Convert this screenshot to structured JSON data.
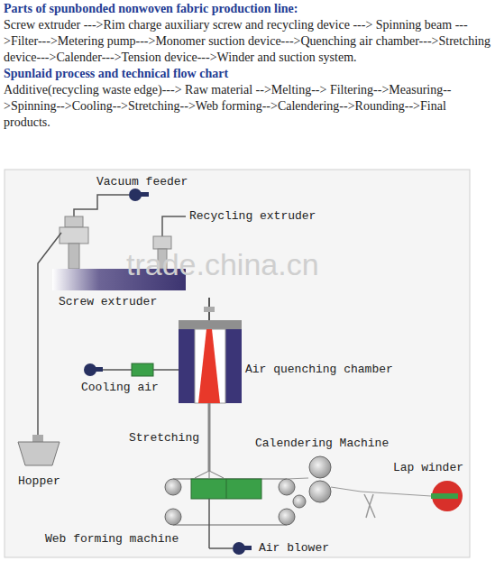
{
  "diagram": {
    "labels": [
      "Parts of spunbonded nonwoven fabric production line:",
      "Screw extruder --->Rim charge auxiliary screw and recycling device ---> Spinning beam --->Filter--->Metering pump--->Monomer suction device--->Quenching air chamber--->Stretching device--->Calender--->Tension device--->Winder and suction system.",
      "Spunlaid process and technical flow chart",
      "Additive(recycling waste edge)---> Raw material -->Melting--> Filtering-->Measuring-->Spinning-->Cooling-->Stretching-->Web forming-->Calendering-->Rounding-->Final products.",
      "Vacuum feeder",
      "Recycling extruder",
      "trade.china.cn",
      "Screw extruder",
      "Air quenching chamber",
      "Cooling air",
      "Stretching",
      "Calendering Machine",
      "Lap winder",
      "Hopper",
      "Web forming machine",
      "Air blower"
    ]
  }
}
